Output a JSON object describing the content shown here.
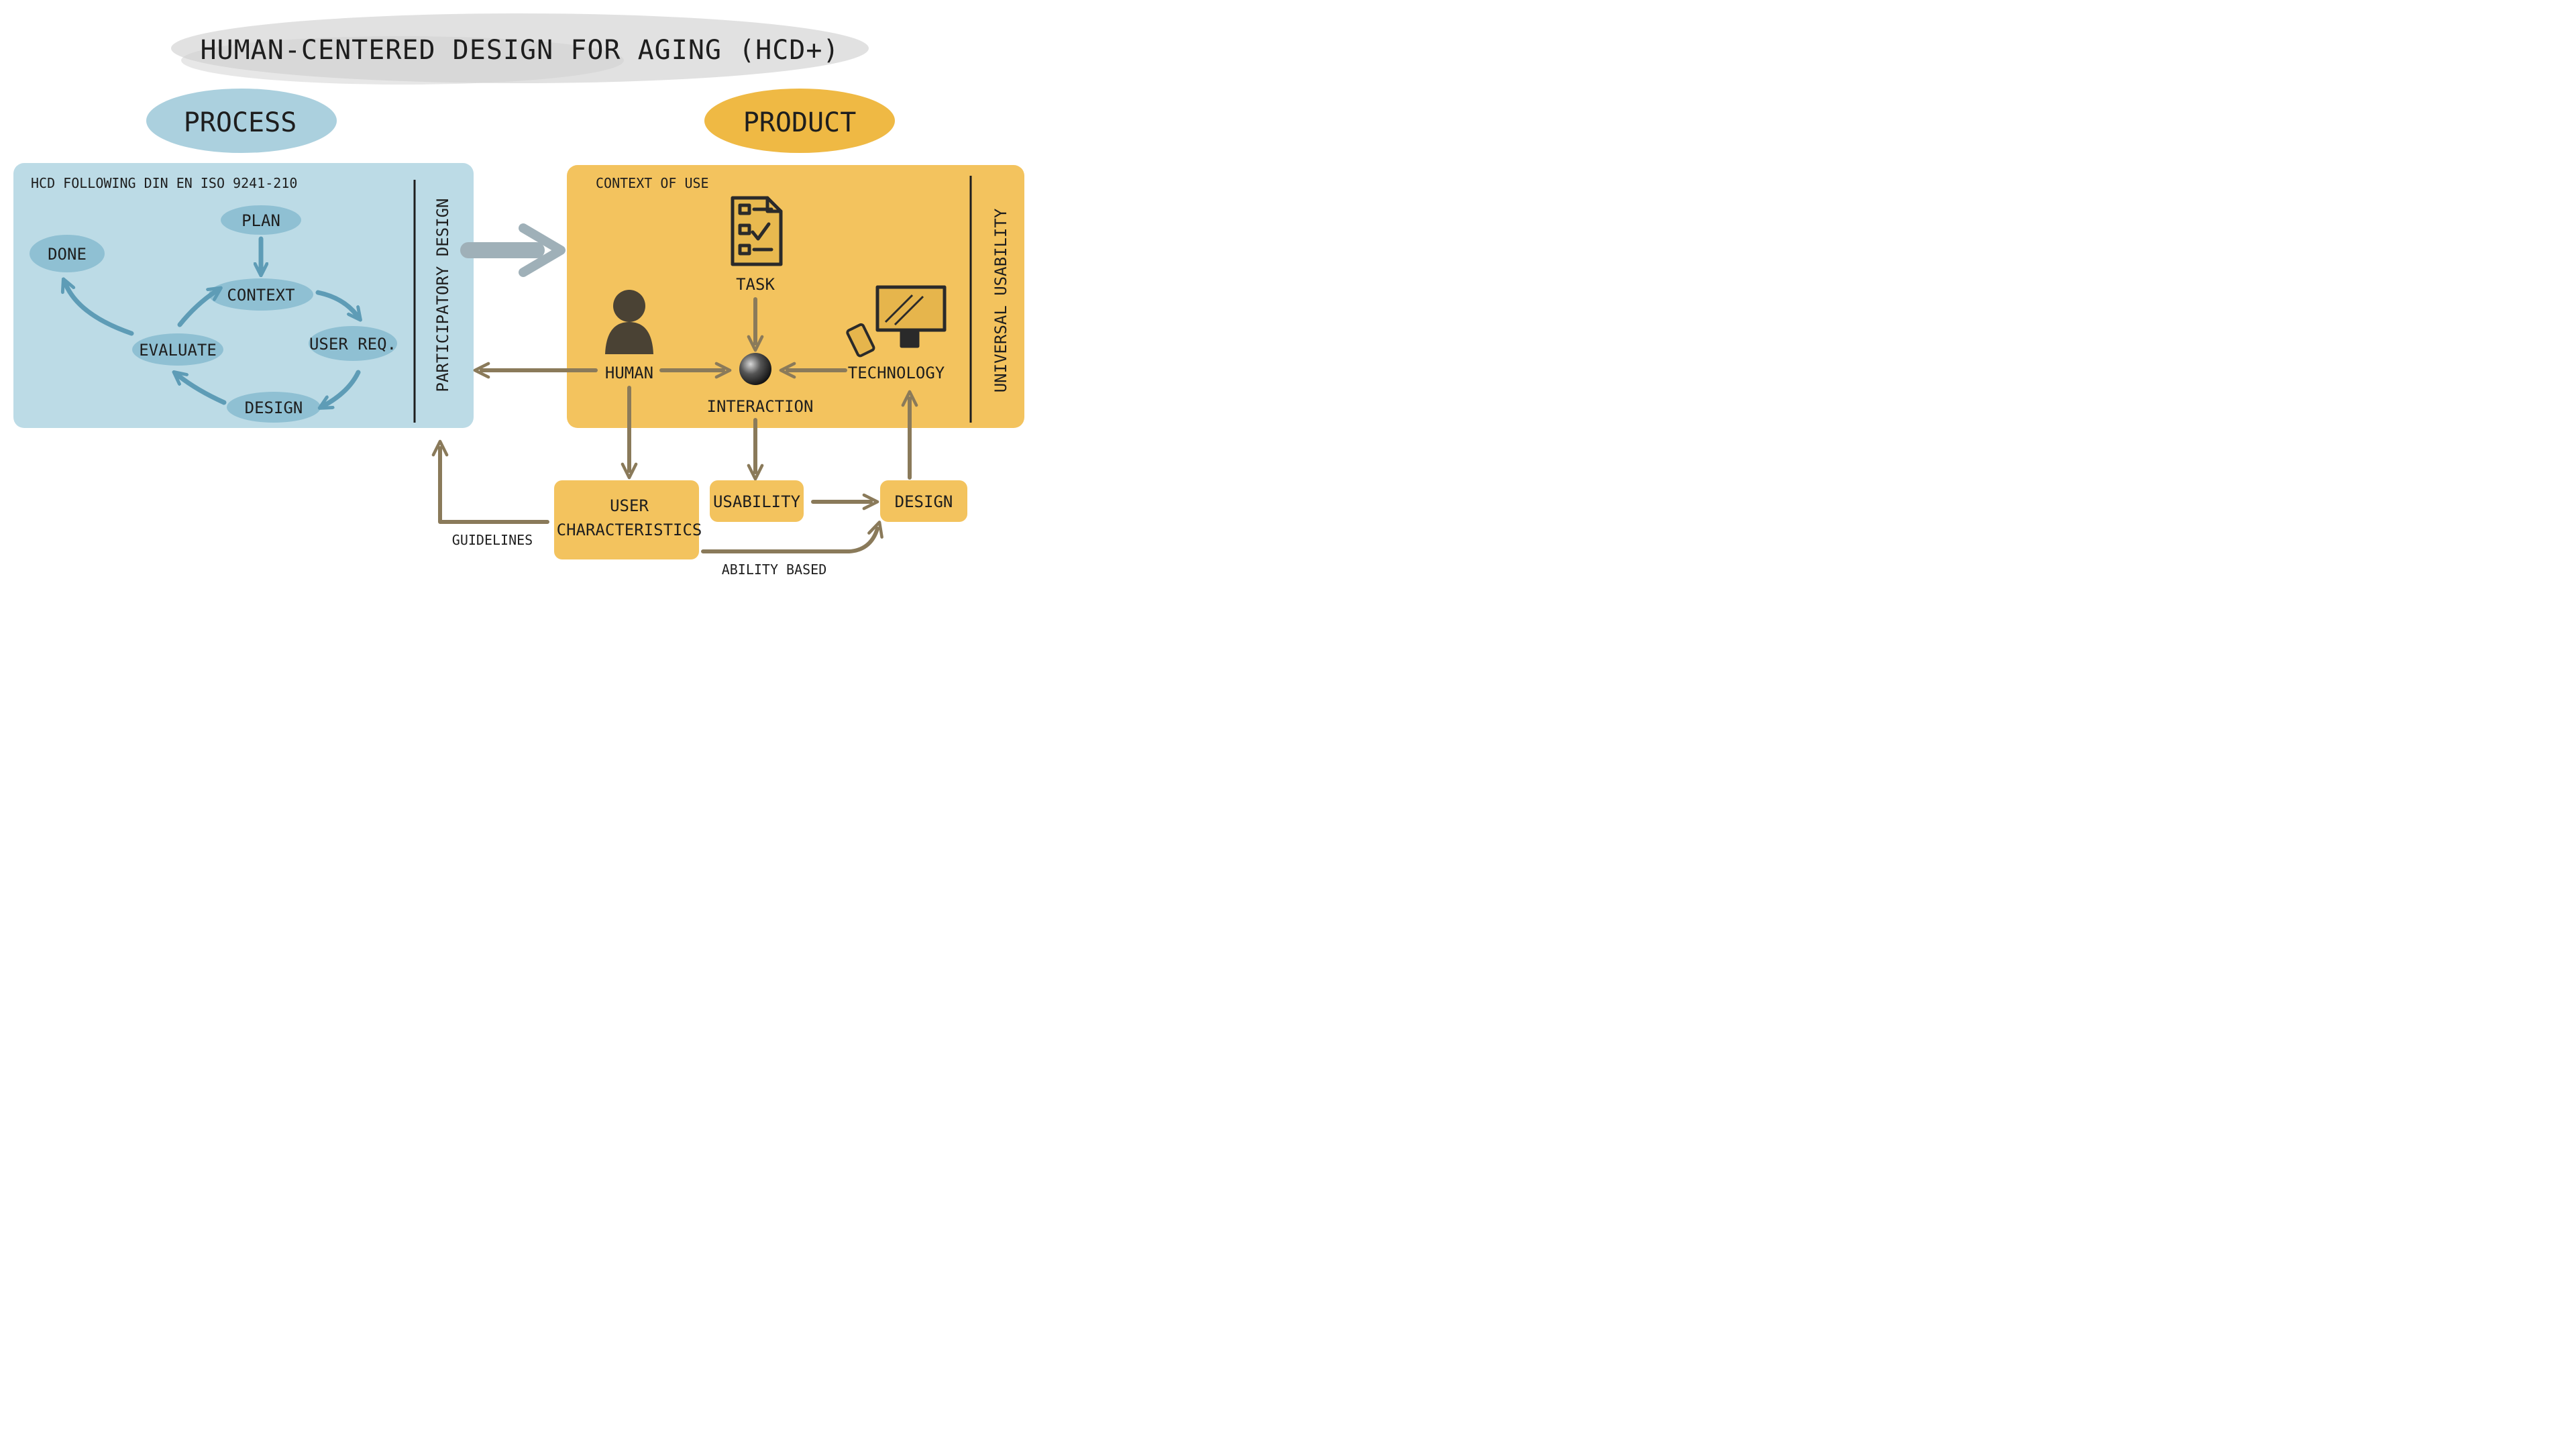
{
  "title": "HUMAN-CENTERED DESIGN FOR AGING (HCD+)",
  "process": {
    "header": "PROCESS",
    "subtitle": "HCD FOLLOWING DIN EN ISO 9241-210",
    "steps": {
      "plan": "PLAN",
      "context": "CONTEXT",
      "user_req": "USER REQ.",
      "design": "DESIGN",
      "evaluate": "EVALUATE",
      "done": "DONE"
    },
    "side_label": "PARTICIPATORY DESIGN"
  },
  "product": {
    "header": "PRODUCT",
    "subtitle": "CONTEXT OF USE",
    "nodes": {
      "task": "TASK",
      "human": "HUMAN",
      "interaction": "INTERACTION",
      "technology": "TECHNOLOGY"
    },
    "side_label": "UNIVERSAL USABILITY"
  },
  "outputs": {
    "user_characteristics_line1": "USER",
    "user_characteristics_line2": "CHARACTERISTICS",
    "usability": "USABILITY",
    "design": "DESIGN"
  },
  "edge_labels": {
    "guidelines": "GUIDELINES",
    "ability_based": "ABILITY BASED"
  },
  "colors": {
    "process_fill": "#bcdbe6",
    "process_blob": "#8fc0d3",
    "process_arrow": "#5e9cb6",
    "product_fill": "#f3c35e",
    "product_blob": "#efb944",
    "brown_arrow": "#8a7a5a",
    "gray_arrow": "#9fb0b8",
    "title_cloud": "#dcdcdc",
    "ink": "#1e1e1e"
  }
}
